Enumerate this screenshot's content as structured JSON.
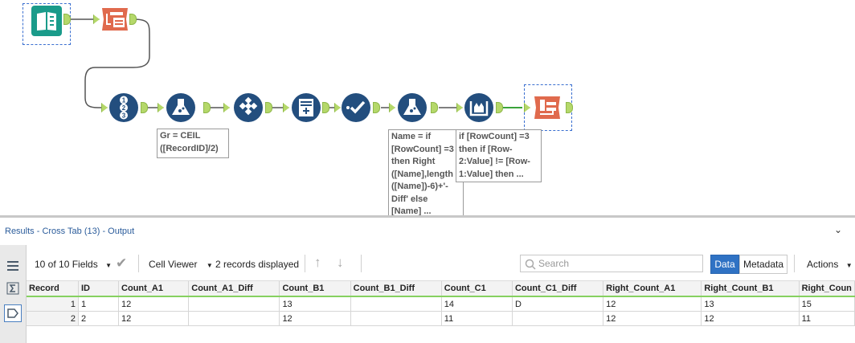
{
  "workflow": {
    "annotations": {
      "formula1": "Gr = CEIL\n([RecordID]/2)",
      "formula2": "Name = if\n[RowCount] =3\nthen Right\n([Name],length\n([Name])-6)+'-\nDiff' else\n[Name] ...",
      "multirow": "if [RowCount] =3\nthen if [Row-\n2:Value] != [Row-\n1:Value] then ..."
    },
    "colors": {
      "teal": "#1a9b8a",
      "orange": "#e06a4d",
      "navy": "#234e7e",
      "anchor": "#b5d86a"
    }
  },
  "results": {
    "title": "Results - Cross Tab (13) - Output",
    "fields_label": "10 of 10 Fields",
    "viewer_label": "Cell Viewer",
    "records_label": "2 records displayed",
    "search_placeholder": "Search",
    "data_label": "Data",
    "metadata_label": "Metadata",
    "actions_label": "Actions",
    "columns": [
      "Record",
      "ID",
      "Count_A1",
      "Count_A1_Diff",
      "Count_B1",
      "Count_B1_Diff",
      "Count_C1",
      "Count_C1_Diff",
      "Right_Count_A1",
      "Right_Count_B1",
      "Right_Coun"
    ],
    "rows": [
      [
        "1",
        "1",
        "12",
        "",
        "13",
        "",
        "14",
        "D",
        "12",
        "13",
        "15"
      ],
      [
        "2",
        "2",
        "12",
        "",
        "12",
        "",
        "11",
        "",
        "12",
        "12",
        "11"
      ]
    ]
  }
}
